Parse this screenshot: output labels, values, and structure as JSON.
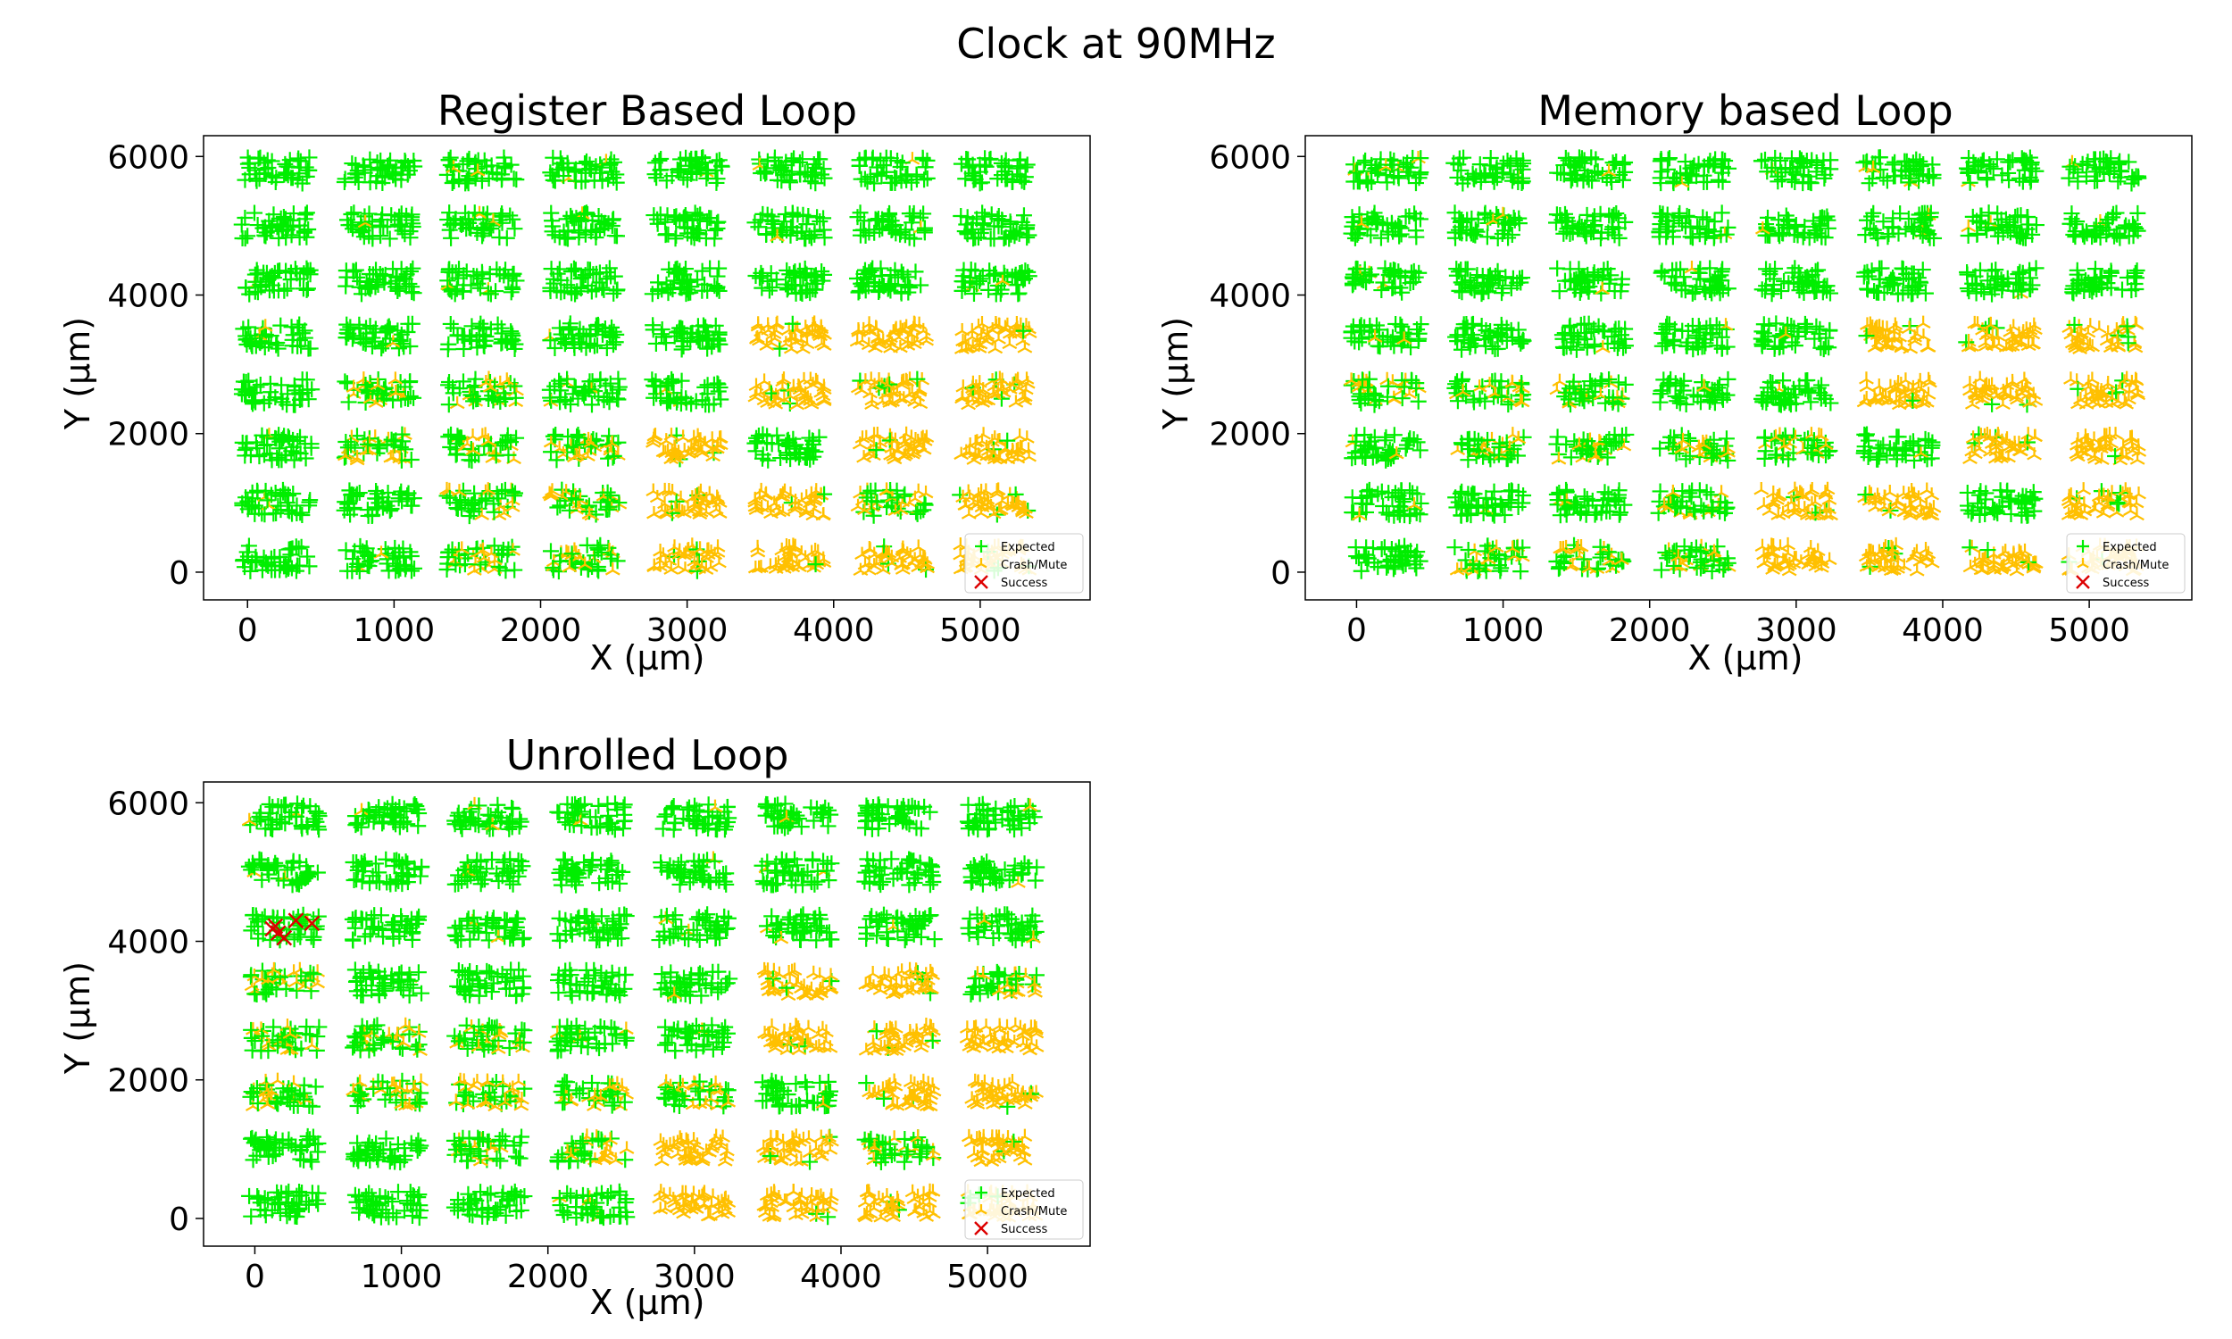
{
  "figure": {
    "suptitle": "Clock at 90MHz"
  },
  "legend": {
    "entries": [
      {
        "label": "Expected",
        "marker": "plus",
        "color": "#00ee00"
      },
      {
        "label": "Crash/Mute",
        "marker": "tri",
        "color": "#ffc000"
      },
      {
        "label": "Success",
        "marker": "x",
        "color": "#dd0000"
      }
    ]
  },
  "chart_data": [
    {
      "type": "scatter",
      "title": "Register Based Loop",
      "xlabel": "X (µm)",
      "ylabel": "Y (µm)",
      "xlim": [
        -300,
        5750
      ],
      "ylim": [
        -400,
        6300
      ],
      "xticks": [
        0,
        1000,
        2000,
        3000,
        4000,
        5000
      ],
      "yticks": [
        0,
        2000,
        4000,
        6000
      ],
      "legend_loc": "lower right",
      "grid": false,
      "clusters": {
        "columns_x": [
          200,
          900,
          1600,
          2300,
          3000,
          3700,
          4400,
          5100
        ],
        "rows_y": [
          5800,
          5000,
          4200,
          3400,
          2600,
          1800,
          1000,
          200
        ],
        "cell_outcome": [
          [
            "expected",
            "expected",
            "expected",
            "expected",
            "expected",
            "expected",
            "expected",
            "expected"
          ],
          [
            "expected",
            "expected",
            "expected",
            "expected",
            "expected",
            "expected",
            "expected",
            "expected"
          ],
          [
            "expected",
            "expected",
            "expected",
            "expected",
            "expected",
            "expected",
            "expected",
            "expected"
          ],
          [
            "expected",
            "expected",
            "expected",
            "expected",
            "expected",
            "crash",
            "crash",
            "crash"
          ],
          [
            "expected",
            "mixed",
            "mixed",
            "expected",
            "expected",
            "crash",
            "crash",
            "crash"
          ],
          [
            "expected",
            "mixed",
            "mixed",
            "mixed",
            "crash",
            "expected",
            "crash",
            "crash"
          ],
          [
            "expected",
            "expected",
            "mixed",
            "mixed",
            "crash",
            "crash",
            "mixed",
            "crash"
          ],
          [
            "expected",
            "expected",
            "mixed",
            "mixed",
            "crash",
            "crash",
            "crash",
            "crash"
          ]
        ]
      },
      "series": [
        {
          "name": "Expected",
          "points_per_cell": 45
        },
        {
          "name": "Crash/Mute",
          "points_per_cell": 45
        },
        {
          "name": "Success",
          "points": []
        }
      ]
    },
    {
      "type": "scatter",
      "title": "Memory based Loop",
      "xlabel": "X (µm)",
      "ylabel": "Y (µm)",
      "xlim": [
        -350,
        5700
      ],
      "ylim": [
        -400,
        6300
      ],
      "xticks": [
        0,
        1000,
        2000,
        3000,
        4000,
        5000
      ],
      "yticks": [
        0,
        2000,
        4000,
        6000
      ],
      "legend_loc": "lower right",
      "grid": false,
      "clusters": {
        "columns_x": [
          200,
          900,
          1600,
          2300,
          3000,
          3700,
          4400,
          5100
        ],
        "rows_y": [
          5800,
          5000,
          4200,
          3400,
          2600,
          1800,
          1000,
          200
        ],
        "cell_outcome": [
          [
            "expected",
            "expected",
            "expected",
            "expected",
            "expected",
            "expected",
            "expected",
            "expected"
          ],
          [
            "expected",
            "expected",
            "expected",
            "expected",
            "expected",
            "expected",
            "expected",
            "expected"
          ],
          [
            "expected",
            "expected",
            "expected",
            "expected",
            "expected",
            "expected",
            "expected",
            "expected"
          ],
          [
            "expected",
            "expected",
            "expected",
            "expected",
            "expected",
            "crash",
            "crash",
            "crash"
          ],
          [
            "mixed",
            "mixed",
            "mixed",
            "expected",
            "expected",
            "crash",
            "crash",
            "crash"
          ],
          [
            "expected",
            "mixed",
            "mixed",
            "mixed",
            "mixed",
            "expected",
            "crash",
            "crash"
          ],
          [
            "expected",
            "expected",
            "expected",
            "mixed",
            "crash",
            "crash",
            "expected",
            "crash"
          ],
          [
            "expected",
            "mixed",
            "mixed",
            "mixed",
            "crash",
            "crash",
            "crash",
            "crash"
          ]
        ]
      },
      "series": [
        {
          "name": "Expected",
          "points_per_cell": 45
        },
        {
          "name": "Crash/Mute",
          "points_per_cell": 45
        },
        {
          "name": "Success",
          "points": []
        }
      ]
    },
    {
      "type": "scatter",
      "title": "Unrolled Loop",
      "xlabel": "X (µm)",
      "ylabel": "Y (µm)",
      "xlim": [
        -350,
        5700
      ],
      "ylim": [
        -400,
        6300
      ],
      "xticks": [
        0,
        1000,
        2000,
        3000,
        4000,
        5000
      ],
      "yticks": [
        0,
        2000,
        4000,
        6000
      ],
      "legend_loc": "lower right",
      "grid": false,
      "clusters": {
        "columns_x": [
          200,
          900,
          1600,
          2300,
          3000,
          3700,
          4400,
          5100
        ],
        "rows_y": [
          5800,
          5000,
          4200,
          3400,
          2600,
          1800,
          1000,
          200
        ],
        "cell_outcome": [
          [
            "expected",
            "expected",
            "expected",
            "expected",
            "expected",
            "expected",
            "expected",
            "expected"
          ],
          [
            "expected",
            "expected",
            "expected",
            "expected",
            "expected",
            "expected",
            "expected",
            "expected"
          ],
          [
            "expected",
            "expected",
            "expected",
            "expected",
            "expected",
            "expected",
            "expected",
            "expected"
          ],
          [
            "mixed",
            "expected",
            "expected",
            "expected",
            "expected",
            "crash",
            "crash",
            "mixed"
          ],
          [
            "mixed",
            "mixed",
            "mixed",
            "expected",
            "expected",
            "crash",
            "crash",
            "crash"
          ],
          [
            "mixed",
            "mixed",
            "mixed",
            "mixed",
            "mixed",
            "expected",
            "crash",
            "crash"
          ],
          [
            "expected",
            "expected",
            "mixed",
            "mixed",
            "crash",
            "crash",
            "mixed",
            "crash"
          ],
          [
            "expected",
            "expected",
            "expected",
            "expected",
            "crash",
            "crash",
            "crash",
            "crash"
          ]
        ]
      },
      "series": [
        {
          "name": "Expected",
          "points_per_cell": 45
        },
        {
          "name": "Crash/Mute",
          "points_per_cell": 45
        },
        {
          "name": "Success",
          "points": [
            [
              120,
              4180
            ],
            [
              160,
              4120
            ],
            [
              200,
              4050
            ],
            [
              280,
              4300
            ],
            [
              390,
              4260
            ],
            [
              140,
              4220
            ]
          ]
        }
      ]
    }
  ]
}
